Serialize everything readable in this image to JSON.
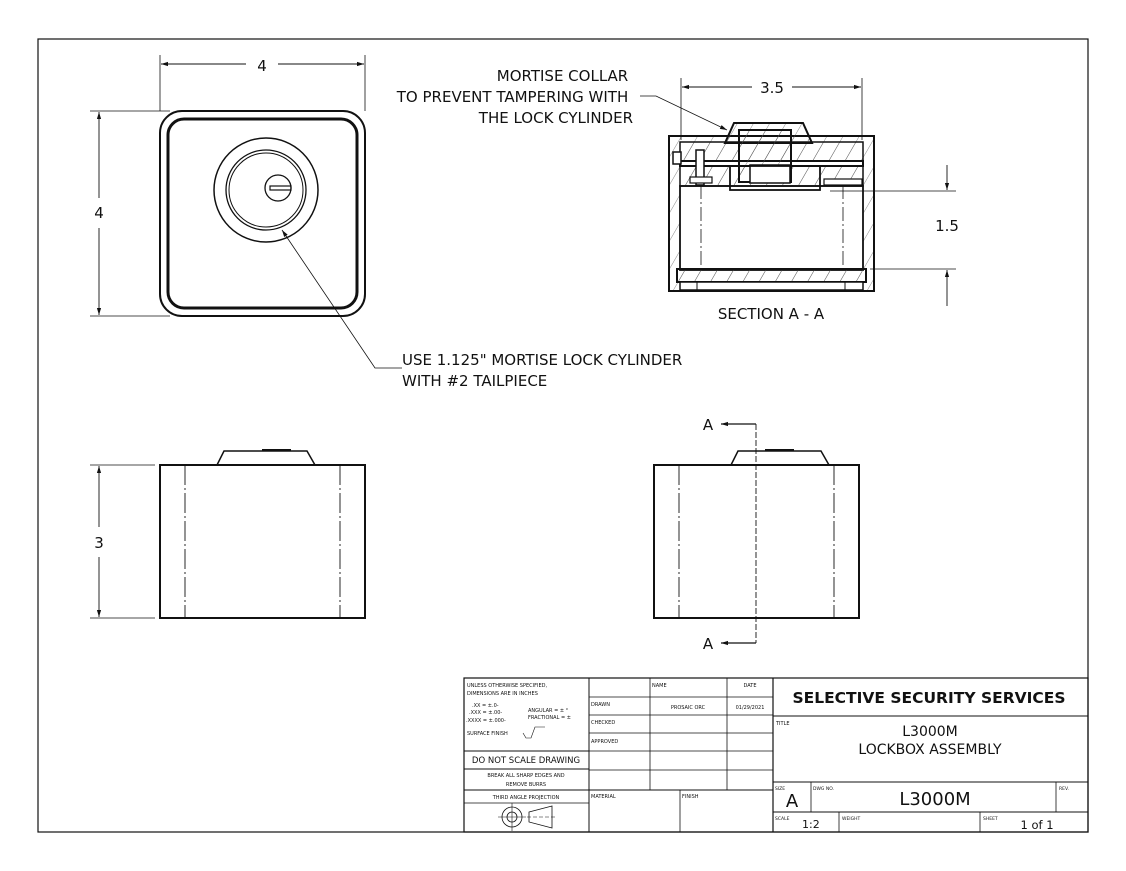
{
  "views": {
    "top_view": {
      "width_dim": "4",
      "height_dim": "4"
    },
    "front_view": {
      "height_dim": "3"
    },
    "section_view": {
      "width_dim": "3.5",
      "depth_dim": "1.5",
      "label": "SECTION A - A"
    },
    "right_view": {
      "section_marker_top": "A",
      "section_marker_bottom": "A"
    }
  },
  "notes": {
    "collar_note": [
      "MORTISE COLLAR",
      "TO PREVENT TAMPERING WITH",
      "THE LOCK CYLINDER"
    ],
    "cylinder_note": [
      "USE 1.125\" MORTISE LOCK CYLINDER",
      "WITH #2 TAILPIECE"
    ]
  },
  "title_block": {
    "tolerance_header": [
      "UNLESS OTHERWISE SPECIFIED,",
      "DIMENSIONS ARE IN INCHES"
    ],
    "tolerances": [
      ".XX = ±.0-",
      ".XXX = ±.00-",
      ".XXXX = ±.000-"
    ],
    "angular": "ANGULAR = ± °",
    "fractional": "FRACTIONAL = ±",
    "surface_finish": "SURFACE FINISH",
    "do_not_scale": "DO NOT SCALE DRAWING",
    "break_edges": [
      "BREAK ALL SHARP EDGES AND",
      "REMOVE BURRS"
    ],
    "projection": "THIRD ANGLE PROJECTION",
    "col_name": "NAME",
    "col_date": "DATE",
    "rows": [
      {
        "label": "DRAWN",
        "name": "PROSAIC ORC",
        "date": "01/29/2021"
      },
      {
        "label": "CHECKED",
        "name": "",
        "date": ""
      },
      {
        "label": "APPROVED",
        "name": "",
        "date": ""
      }
    ],
    "material_label": "MATERIAL",
    "finish_label": "FINISH",
    "company": "SELECTIVE SECURITY SERVICES",
    "title_label": "TITLE",
    "title_lines": [
      "L3000M",
      "LOCKBOX ASSEMBLY"
    ],
    "size_label": "SIZE",
    "size": "A",
    "dwg_no_label": "DWG NO.",
    "dwg_no": "L3000M",
    "rev_label": "REV.",
    "scale_label": "SCALE",
    "scale": "1:2",
    "weight_label": "WEIGHT",
    "sheet_label": "SHEET",
    "sheet": "1 of 1"
  }
}
